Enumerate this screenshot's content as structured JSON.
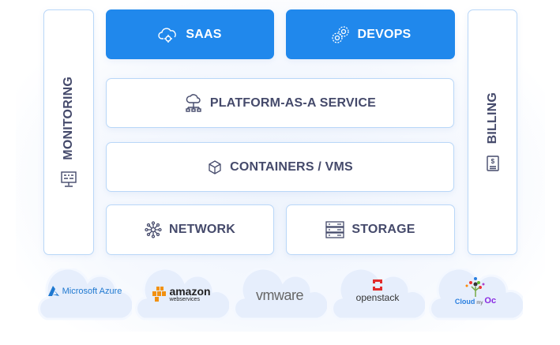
{
  "layers": {
    "saas": "SAAS",
    "devops": "DEVOPS",
    "paas": "PLATFORM-AS-A SERVICE",
    "containers": "CONTAINERS / VMS",
    "network": "NETWORK",
    "storage": "STORAGE",
    "monitoring": "MONITORING",
    "billing": "BILLING"
  },
  "providers": [
    {
      "name": "Microsoft Azure"
    },
    {
      "name": "amazon",
      "sub": "webservices"
    },
    {
      "name": "vmware"
    },
    {
      "name": "openstack"
    },
    {
      "name": "Cloud",
      "sub": "my",
      "mark": "Oc"
    }
  ],
  "colors": {
    "accent": "#2088ec",
    "text": "#454a6b",
    "border": "#b9d7f8"
  }
}
